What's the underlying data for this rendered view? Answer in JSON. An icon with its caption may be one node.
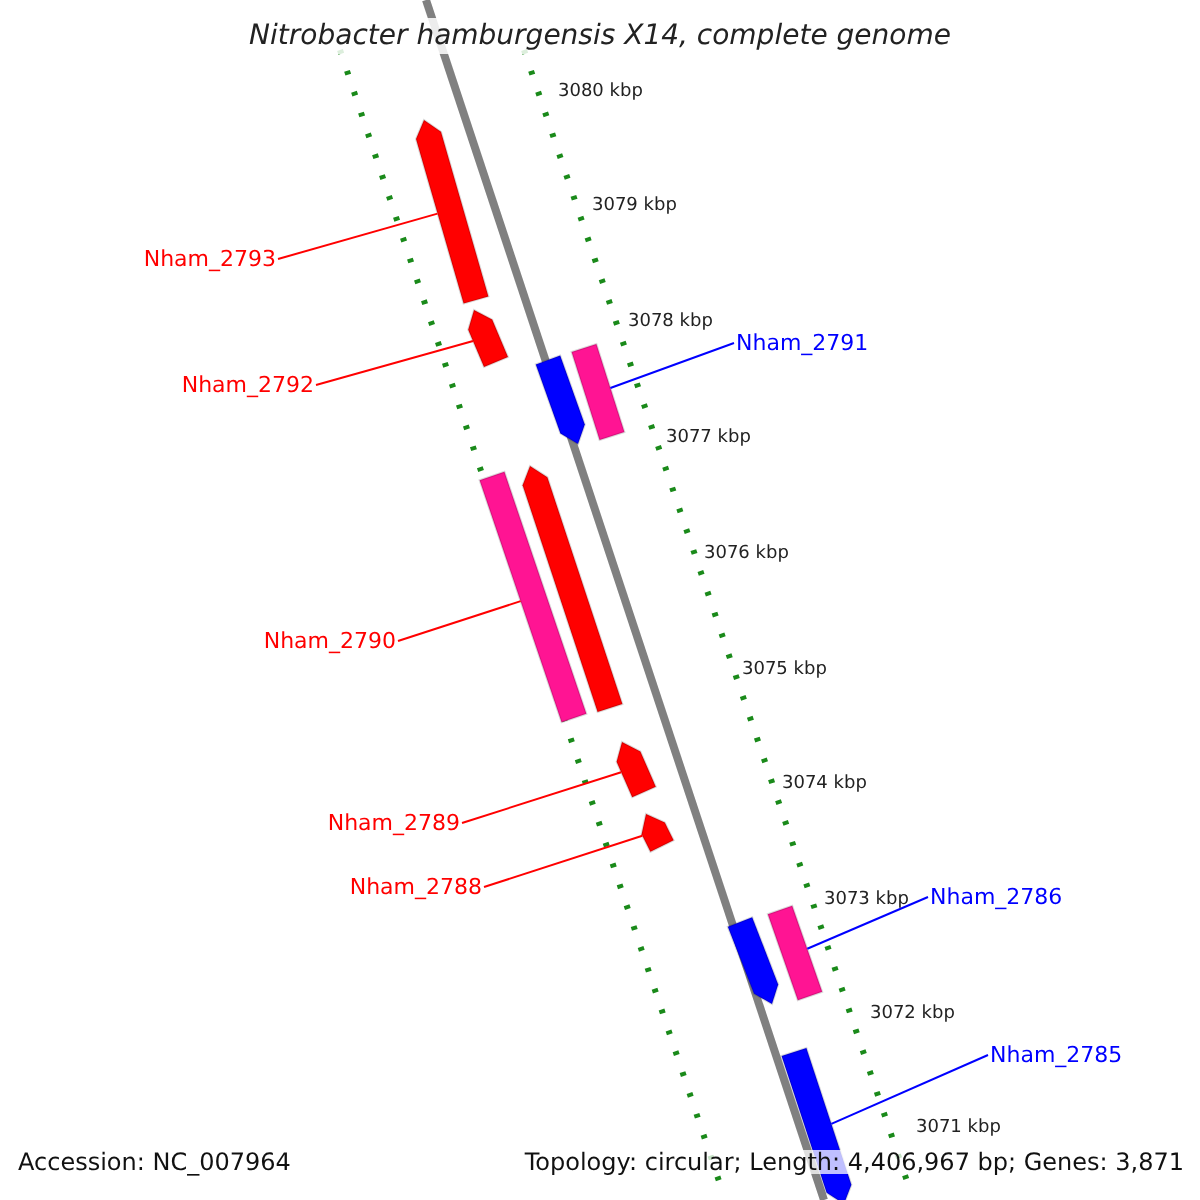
{
  "diagram": {
    "title": "Nitrobacter hamburgensis X14, complete genome",
    "nodes": [
      {
        "text": [
          "Nham_2793"
        ]
      },
      {
        "text": [
          "Nham_2791"
        ]
      },
      {
        "text": [
          "Nham_2792"
        ]
      },
      {
        "text": [
          "Nham_2790"
        ]
      },
      {
        "text": [
          "Nham_2789"
        ]
      },
      {
        "text": [
          "Nham_2788"
        ]
      },
      {
        "text": [
          "Nham_2786"
        ]
      },
      {
        "text": [
          "Nham_2785"
        ]
      },
      {
        "text": [],
        "shape": "bar"
      },
      {
        "text": [],
        "shape": "bar"
      },
      {
        "text": [],
        "shape": "bar"
      },
      {
        "text": [],
        "shape": "bar"
      },
      {
        "text": [],
        "shape": "bar"
      },
      {
        "text": [],
        "shape": "bar"
      },
      {
        "text": [],
        "shape": "bar"
      },
      {
        "text": [],
        "shape": "bar"
      },
      {
        "text": [],
        "shape": "bar"
      },
      {
        "text": [],
        "shape": "bar"
      },
      {
        "text": [],
        "shape": "bar"
      }
    ],
    "edges": [
      {
        "from": 0,
        "to": 8,
        "arrow": "none"
      },
      {
        "from": 1,
        "to": 11,
        "arrow": "none",
        "color": "#0000ff"
      },
      {
        "from": 2,
        "to": 9,
        "arrow": "none"
      },
      {
        "from": 3,
        "to": 12,
        "arrow": "none"
      },
      {
        "from": 4,
        "to": 14,
        "arrow": "none"
      },
      {
        "from": 5,
        "to": 15,
        "arrow": "none"
      },
      {
        "from": 6,
        "to": 17,
        "arrow": "none",
        "color": "#0000ff"
      },
      {
        "from": 7,
        "to": 18,
        "arrow": "none",
        "color": "#0000ff"
      }
    ],
    "labels": [
      "3080 kbp",
      "3079 kbp",
      "3078 kbp",
      "3077 kbp",
      "3076 kbp",
      "3075 kbp",
      "3074 kbp",
      "3073 kbp",
      "3072 kbp",
      "3071 kbp",
      "Accession: NC_007964",
      "Topology: circular; Length: 4,406,967 bp; Genes: 3,871"
    ]
  }
}
